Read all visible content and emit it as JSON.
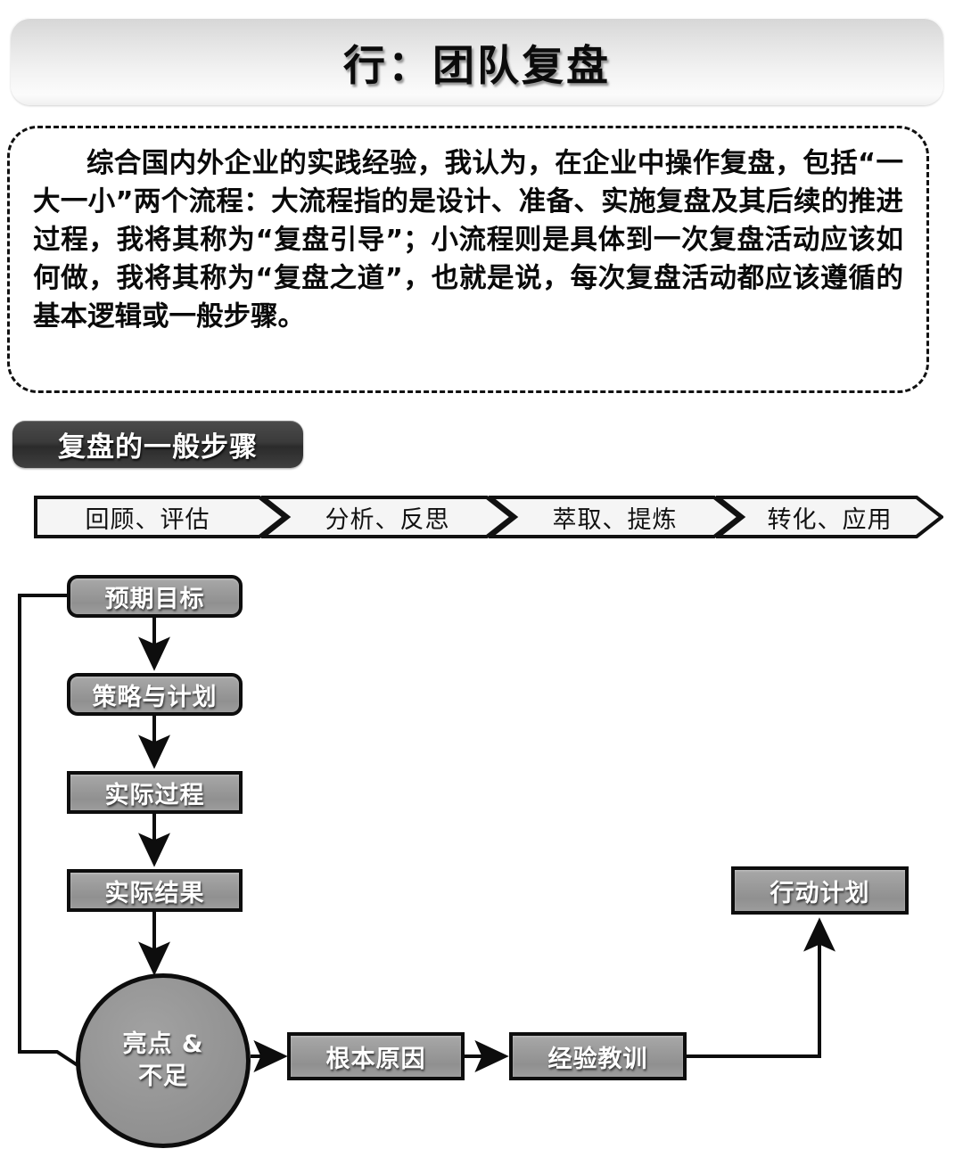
{
  "title": {
    "text": "行：团队复盘"
  },
  "intro": {
    "paragraph": "综合国内外企业的实践经验，我认为，在企业中操作复盘，包括“一大一小”两个流程：大流程指的是设计、准备、实施复盘及其后续的推进过程，我将其称为“复盘引导”；小流程则是具体到一次复盘活动应该如何做，我将其称为“复盘之道”，也就是说，每次复盘活动都应该遵循的基本逻辑或一般步骤。"
  },
  "section": {
    "label": "复盘的一般步骤"
  },
  "steps": [
    {
      "label": "回顾、评估"
    },
    {
      "label": "分析、反思"
    },
    {
      "label": "萃取、提炼"
    },
    {
      "label": "转化、应用"
    }
  ],
  "flow": {
    "nodes": [
      {
        "id": "goal",
        "label": "预期目标"
      },
      {
        "id": "strategy",
        "label": "策略与计划"
      },
      {
        "id": "process",
        "label": "实际过程"
      },
      {
        "id": "result",
        "label": "实际结果"
      },
      {
        "id": "highlight",
        "label_line1": "亮点 &",
        "label_line2": "不足"
      },
      {
        "id": "rootcause",
        "label": "根本原因"
      },
      {
        "id": "lessons",
        "label": "经验教训"
      },
      {
        "id": "action",
        "label": "行动计划"
      }
    ]
  },
  "colors": {
    "node_fill": "#9a9a9a",
    "node_border": "#0d0d0d",
    "section_label_bg": "#3b3b3b",
    "title_bar_bg": "#e9e9e9",
    "text_dark": "#0a0a0a",
    "text_light": "#ffffff"
  }
}
